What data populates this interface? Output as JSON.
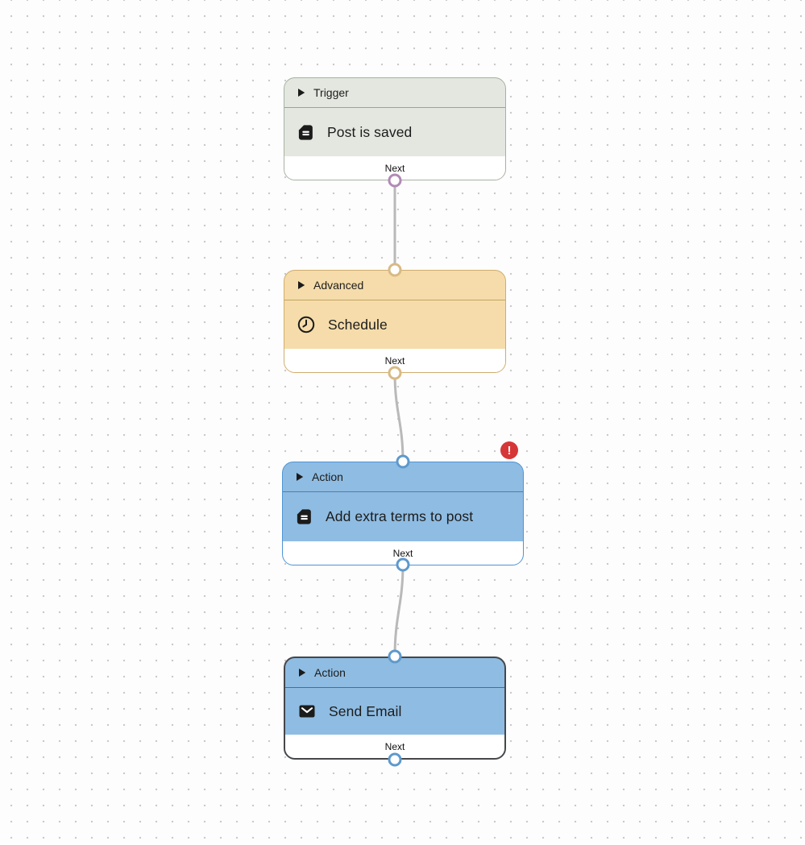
{
  "canvas": {
    "background": "#fdfdfd",
    "dot_color": "#c9c9c9",
    "connector_color": "#b9b9b9"
  },
  "nodes": [
    {
      "category": "Trigger",
      "title": "Post is saved",
      "icon": "post-document-icon",
      "footer_label": "Next",
      "fill": "#e3e7e0",
      "border": "#a7b1a1",
      "port_color": "#b18ab5",
      "selected": false,
      "has_error": false
    },
    {
      "category": "Advanced",
      "title": "Schedule",
      "icon": "clock-icon",
      "footer_label": "Next",
      "fill": "#f5dcaa",
      "border": "#cfad6f",
      "port_color": "#d8ba84",
      "selected": false,
      "has_error": false
    },
    {
      "category": "Action",
      "title": "Add extra terms to post",
      "icon": "post-document-icon",
      "footer_label": "Next",
      "fill": "#8fbce2",
      "border": "#4f94d4",
      "port_color": "#5e99cc",
      "selected": false,
      "has_error": true
    },
    {
      "category": "Action",
      "title": "Send Email",
      "icon": "email-icon",
      "footer_label": "Next",
      "fill": "#8fbce2",
      "border": "#45474a",
      "port_color": "#5e99cc",
      "selected": true,
      "has_error": false
    }
  ],
  "error_badge": {
    "symbol": "!",
    "color": "#d63638"
  }
}
